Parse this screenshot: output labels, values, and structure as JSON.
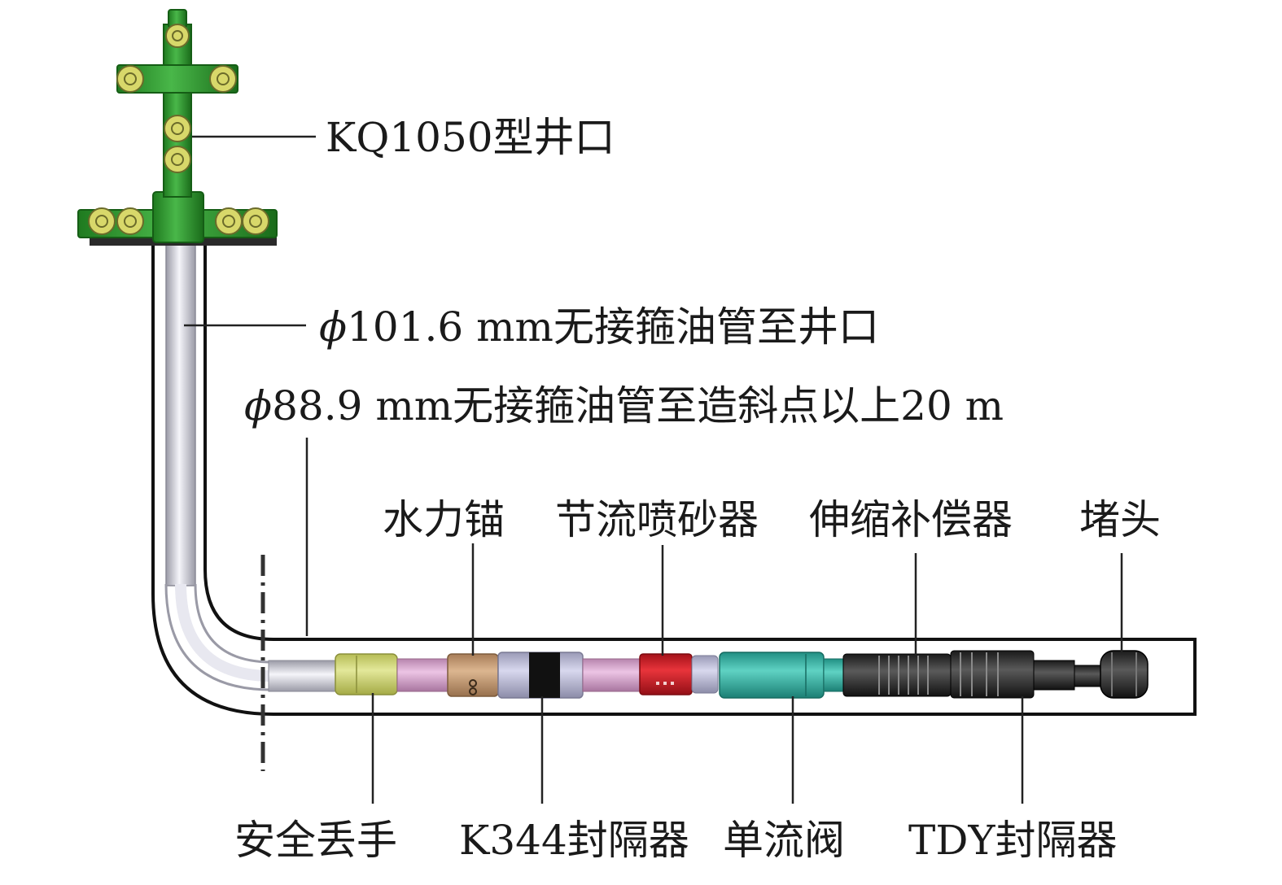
{
  "colors": {
    "wellhead_green": "#2f9a2f",
    "valve_yellow": "#d8d86a",
    "tubing_silver": "#d4d4de",
    "safety_joint": "#cfd67a",
    "spacer_pink": "#d9a6d2",
    "hydraulic_anchor": "#c9a07a",
    "k344_packer": "#111111",
    "choke_sandblaster": "#d61f26",
    "check_valve": "#38b8a8",
    "compensator": "#2a2a2a",
    "plug": "#3a3a3a"
  },
  "labels": {
    "wellhead": "KQ1050型井口",
    "tubing_101_phi": "ϕ",
    "tubing_101": "101.6 mm无接箍油管至井口",
    "tubing_88_phi": "ϕ",
    "tubing_88": "88.9 mm无接箍油管至造斜点以上20 m",
    "hydraulic_anchor": "水力锚",
    "choke_sandblaster": "节流喷砂器",
    "compensator": "伸缩补偿器",
    "plug": "堵头",
    "safety_joint": "安全丢手",
    "k344_packer": "K344封隔器",
    "check_valve": "单流阀",
    "tdy_packer": "TDY封隔器"
  }
}
